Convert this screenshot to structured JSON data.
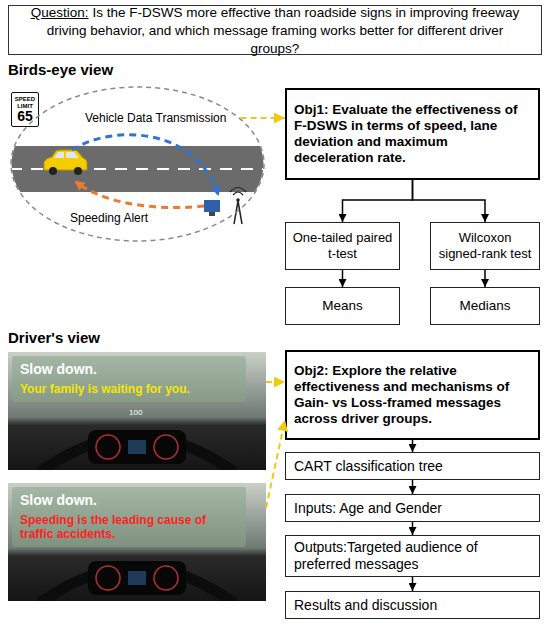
{
  "diagram": {
    "nodes": [
      {
        "text": [
          "Question:",
          "Is the F-DSWS more effective than roadside signs in improving freeway driving behavior, and which message framing works better for different driver groups?"
        ]
      },
      {
        "text": [
          "SPEED LIMIT",
          "65"
        ]
      },
      {
        "text": [
          "Vehicle Data Transmission",
          "Speeding Alert"
        ]
      },
      {
        "text": [
          "Obj1: Evaluate the effectiveness of F-DSWS in terms of speed, lane deviation and maximum deceleration rate."
        ]
      },
      {
        "text": [
          "One-tailed paired t-test"
        ]
      },
      {
        "text": [
          "Wilcoxon signed-rank test"
        ]
      },
      {
        "text": [
          "Means"
        ]
      },
      {
        "text": [
          "Medians"
        ]
      },
      {
        "text": [
          "Slow down.",
          "Your family is waiting for you.",
          "100"
        ]
      },
      {
        "text": [
          "Slow down.",
          "Speeding is the leading cause of traffic accidents."
        ]
      },
      {
        "text": [
          "Obj2: Explore the relative effectiveness and mechanisms of Gain- vs Loss-framed messages across driver groups."
        ]
      },
      {
        "text": [
          "CART classification tree"
        ]
      },
      {
        "text": [
          "Inputs: Age and Gender"
        ]
      },
      {
        "text": [
          "Outputs:Targeted audience of preferred messages"
        ]
      },
      {
        "text": [
          "Results and discussion"
        ]
      }
    ],
    "edges": [
      {
        "from": 2,
        "to": 3,
        "arrow": "to"
      },
      {
        "from": 3,
        "to": 4,
        "arrow": "to"
      },
      {
        "from": 3,
        "to": 5,
        "arrow": "to"
      },
      {
        "from": 4,
        "to": 6,
        "arrow": "to"
      },
      {
        "from": 5,
        "to": 7,
        "arrow": "to"
      },
      {
        "from": 8,
        "to": 10,
        "arrow": "to"
      },
      {
        "from": 9,
        "to": 10,
        "arrow": "to"
      },
      {
        "from": 10,
        "to": 11,
        "arrow": "to"
      },
      {
        "from": 11,
        "to": 12,
        "arrow": "to"
      },
      {
        "from": 12,
        "to": 13,
        "arrow": "to"
      },
      {
        "from": 13,
        "to": 14,
        "arrow": "to"
      }
    ],
    "labels": [
      "Birds-eye view",
      "Driver's view"
    ]
  }
}
